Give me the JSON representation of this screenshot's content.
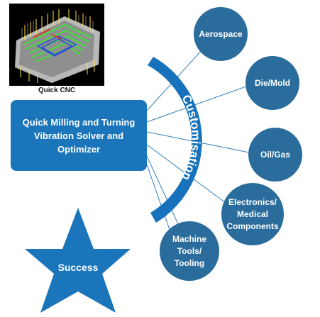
{
  "thumbnail": {
    "caption": "Quick CNC"
  },
  "solver": {
    "text": "Quick Milling and Turning Vibration Solver and Optimizer"
  },
  "band": {
    "text": "Customisation"
  },
  "industries": [
    {
      "label": "Aerospace"
    },
    {
      "label": "Die/Mold"
    },
    {
      "label": "Oil/Gas"
    },
    {
      "label": "Electronics/ Medical Components"
    },
    {
      "label": "Machine Tools/ Tooling"
    }
  ],
  "outcome": {
    "label": "Success"
  },
  "colors": {
    "primary": "#1a75bb",
    "circle": "#2a6c9c",
    "band": "#1872bb",
    "connector": "#2f7fbf"
  }
}
